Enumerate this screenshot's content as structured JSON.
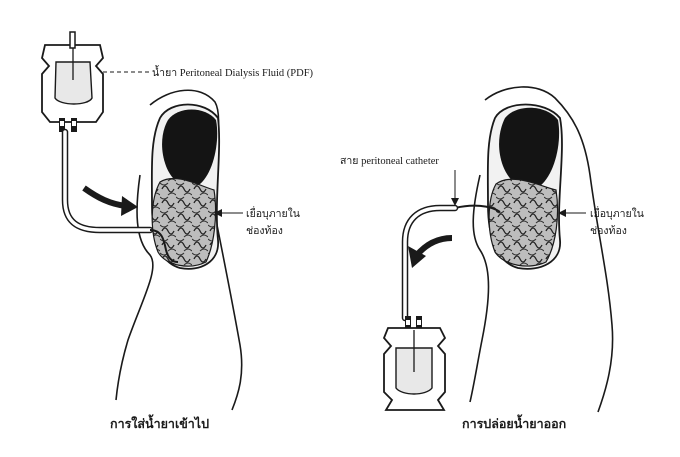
{
  "labels": {
    "fluid_bag": "น้ำยา Peritoneal Dialysis Fluid (PDF)",
    "catheter": "สาย peritoneal catheter",
    "membrane_left": [
      "เยื่อบุภายใน",
      "ช่องท้อง"
    ],
    "membrane_right": [
      "เยื่อบุภายใน",
      "ช่องท้อง"
    ]
  },
  "captions": {
    "left": "การใส่น้ำยาเข้าไป",
    "right": "การปล่อยน้ำยาออก"
  },
  "panels": [
    {
      "name": "fill",
      "flow": "into-abdomen"
    },
    {
      "name": "drain",
      "flow": "out-of-abdomen"
    }
  ],
  "colors": {
    "ink": "#1a1a1a",
    "background": "#ffffff",
    "liver": "#141414",
    "intestine_fill": "#b9b9b9",
    "body_fill": "#f4f4f4"
  }
}
